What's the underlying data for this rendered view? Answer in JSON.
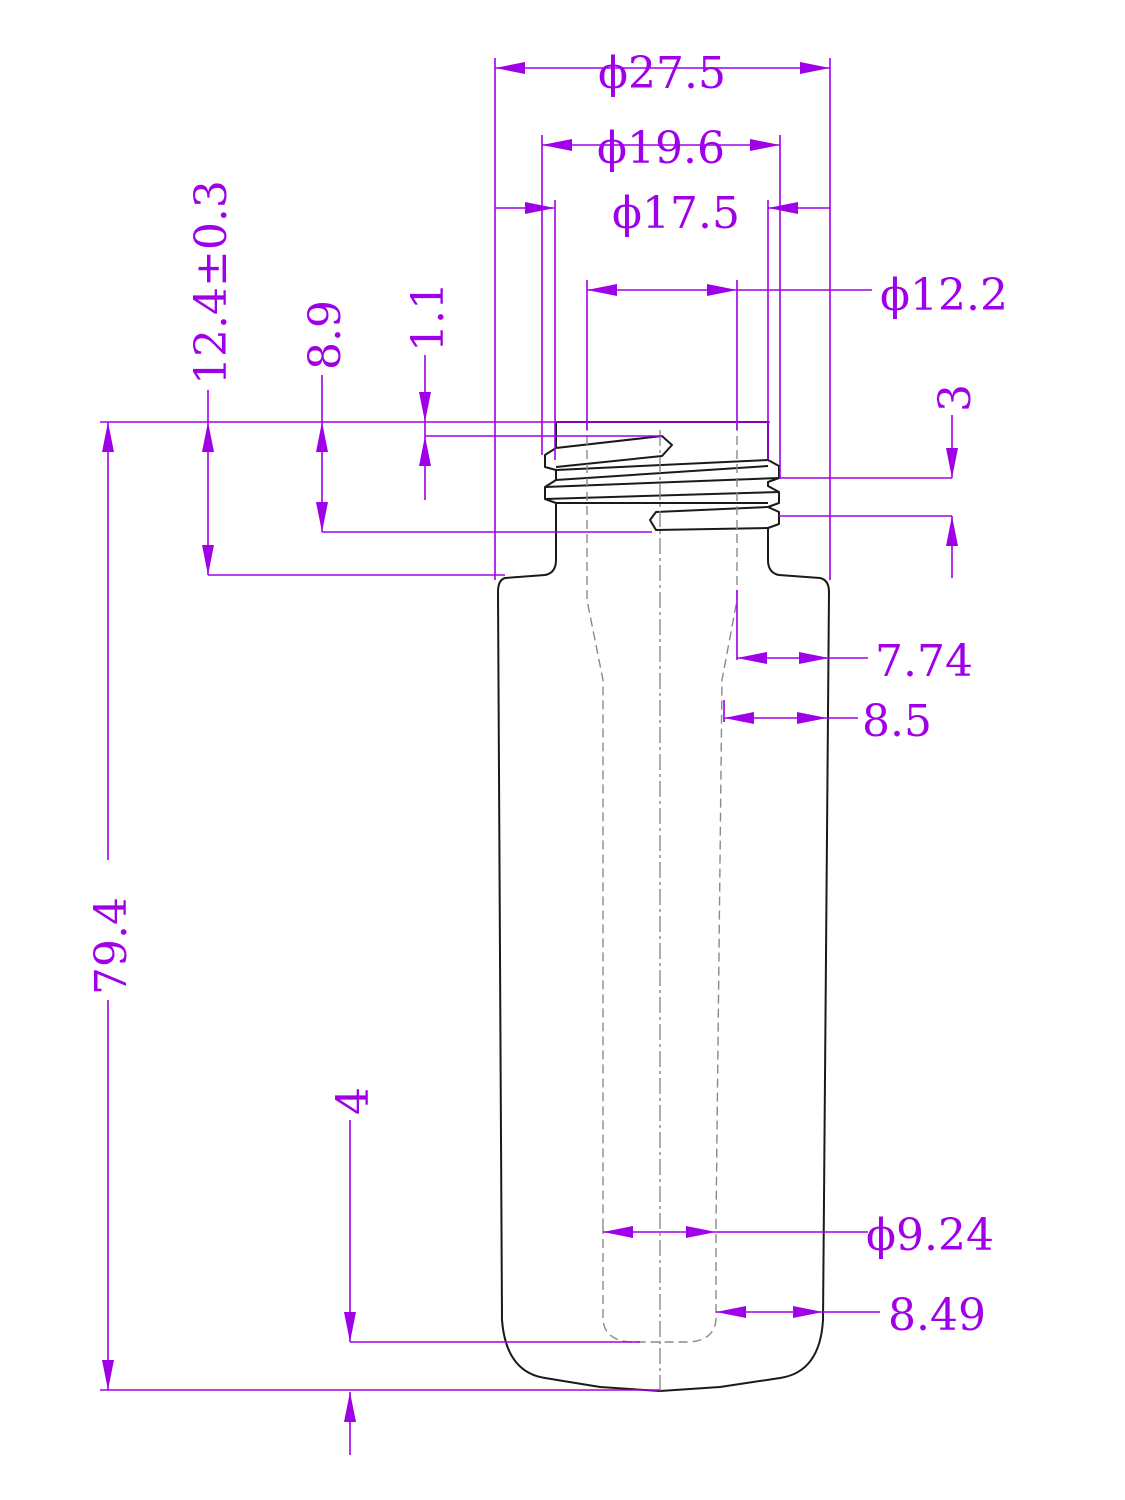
{
  "colors": {
    "dimension": "#a000e8",
    "outline": "#1a1a1a",
    "hidden": "#8a8a8a",
    "background": "#ffffff"
  },
  "dimensions": {
    "outer_diameter": "ϕ27.5",
    "thread_outer_diameter": "ϕ19.6",
    "thread_root_diameter": "ϕ17.5",
    "bore_diameter": "ϕ12.2",
    "neck_height": "12.4±0.3",
    "thread_height": "8.9",
    "thread_start": "1.1",
    "thread_pitch": "3",
    "wall_upper": "7.74",
    "wall_middle": "8.5",
    "base_bore_diameter": "ϕ9.24",
    "wall_lower": "8.49",
    "total_height": "79.4",
    "base_thickness": "4"
  }
}
